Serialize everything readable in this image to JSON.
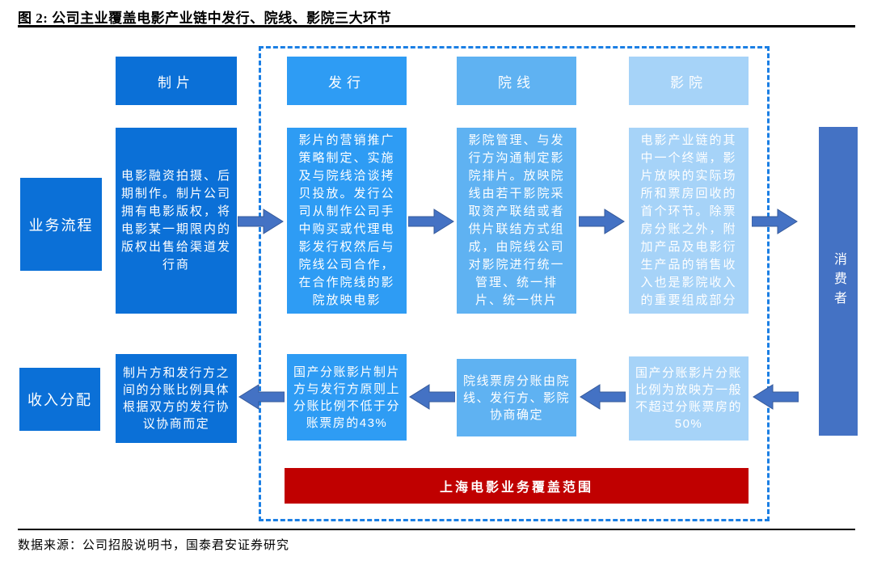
{
  "figure": {
    "title": "图 2:  公司主业覆盖电影产业链中发行、院线、影院三大环节",
    "source": "数据来源：公司招股说明书，国泰君安证券研究"
  },
  "row_labels": {
    "process": "业务流程",
    "revenue": "收入分配"
  },
  "columns": [
    {
      "id": "production",
      "header": "制片",
      "process": "电影融资拍摄、后期制作。制片公司拥有电影版权，将电影某一期限内的版权出售给渠道发行商",
      "revenue": "制片方和发行方之间的分账比例具体根据双方的发行协议协商而定",
      "color": "#0B70D7"
    },
    {
      "id": "distribution",
      "header": "发行",
      "process": "影片的营销推广策略制定、实施及与院线洽谈拷贝投放。发行公司从制作公司手中购买或代理电影发行权然后与院线公司合作，在合作院线的影院放映电影",
      "revenue": "国产分账影片制片方与发行方原则上分账比例不低于分账票房的43%",
      "color": "#2E9CF4"
    },
    {
      "id": "cinema-chain",
      "header": "院线",
      "process": "影院管理、与发行方沟通制定影院排片。放映院线由若干影院采取资产联结或者供片联结方式组成，由院线公司对影院进行统一管理、统一排片、统一供片",
      "revenue": "院线票房分账由院线、发行方、影院协商确定",
      "color": "#5FB2F2"
    },
    {
      "id": "theater",
      "header": "影院",
      "process": "电影产业链的其中一个终端，影片放映的实际场所和票房回收的首个环节。除票房分账之外，附加产品及电影衍生产品的销售收入也是影院收入的重要组成部分",
      "revenue": "国产分账影片分账比例为放映方一般不超过分账票房的50%",
      "color": "#A6D3F8"
    }
  ],
  "consumer": {
    "label": "消费者",
    "color": "#4472C4"
  },
  "banner": {
    "label": "上海电影业务覆盖范围",
    "color": "#C00000"
  },
  "colors": {
    "arrow": "#4472C4",
    "arrow_outline": "#35599a",
    "dashed_frame": "#1B7FE4",
    "title_text": "#000000"
  }
}
